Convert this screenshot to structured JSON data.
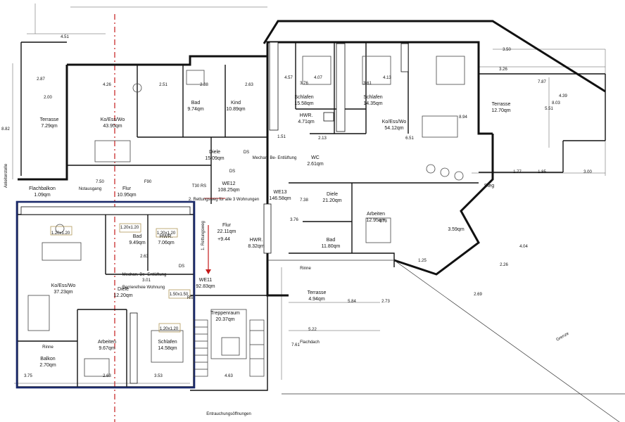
{
  "colors": {
    "wall": "#111111",
    "highlight": "#1b2a6b",
    "escape": "#c41a1a",
    "window_box": "#b39a5a"
  },
  "rooms": [
    {
      "id": "terrasse-left",
      "name": "Terrasse",
      "area": "7.29qm"
    },
    {
      "id": "koesswo-left",
      "name": "Ko/Ess/Wo",
      "area": "43.95qm"
    },
    {
      "id": "bad-top",
      "name": "Bad",
      "area": "9.74qm"
    },
    {
      "id": "kind",
      "name": "Kind",
      "area": "10.89qm"
    },
    {
      "id": "diele-top",
      "name": "Diele",
      "area": "15.09qm"
    },
    {
      "id": "schlafen-1",
      "name": "Schlafen",
      "area": "15.58qm"
    },
    {
      "id": "schlafen-2",
      "name": "Schlafen",
      "area": "14.35qm"
    },
    {
      "id": "hwr-top",
      "name": "HWR.",
      "area": "4.71qm"
    },
    {
      "id": "koesswo-right",
      "name": "Ko/Ess/Wo",
      "area": "54.12qm"
    },
    {
      "id": "terrasse-right",
      "name": "Terrasse",
      "area": "12.70qm"
    },
    {
      "id": "wc",
      "name": "WC",
      "area": "2.61qm"
    },
    {
      "id": "flachbalkon",
      "name": "Flachbalkon",
      "area": "1.09qm"
    },
    {
      "id": "flur-left",
      "name": "Flur",
      "area": "10.95qm"
    },
    {
      "id": "diele-right",
      "name": "Diele",
      "area": "21.20qm"
    },
    {
      "id": "arbeiten-right",
      "name": "Arbeiten",
      "area": "12.95qm"
    },
    {
      "id": "flur-mid",
      "name": "Flur",
      "area": "22.11qm"
    },
    {
      "id": "hwr-mid",
      "name": "HWR.",
      "area": "8.32qm"
    },
    {
      "id": "bad-right",
      "name": "Bad",
      "area": "11.80qm"
    },
    {
      "id": "bad-wohn",
      "name": "Bad",
      "area": "9.49qm"
    },
    {
      "id": "hwr-wohn",
      "name": "HWR.",
      "area": "7.06qm"
    },
    {
      "id": "koesswo-wohn",
      "name": "Ko/Ess/Wo",
      "area": "37.23qm"
    },
    {
      "id": "diele-wohn",
      "name": "Diele",
      "area": "12.20qm"
    },
    {
      "id": "terrasse-bottom",
      "name": "Terrasse",
      "area": "4.94qm"
    },
    {
      "id": "treppenraum",
      "name": "Treppenraum",
      "area": "20.37qm"
    },
    {
      "id": "arbeiten-wohn",
      "name": "Arbeiten",
      "area": "9.67qm"
    },
    {
      "id": "schlafen-wohn",
      "name": "Schlafen",
      "area": "14.58qm"
    },
    {
      "id": "balkon",
      "name": "Balkon",
      "area": "2.70qm"
    }
  ],
  "units": [
    {
      "id": "we12",
      "name": "WE12",
      "area": "108.25qm"
    },
    {
      "id": "we13",
      "name": "WE13",
      "area": "146.58qm"
    },
    {
      "id": "we11",
      "name": "WE11",
      "area": "92.83qm"
    }
  ],
  "labels": {
    "steg": "Steg",
    "flachdach": "Flachdach",
    "grenze": "Grenze",
    "notausgang": "Notausgang",
    "entrauchung": "Entrauchungsöffnungen",
    "barrierefrei": "Barrierefreie Wohnung",
    "rinne": "Rinne",
    "mechan": "Mechan. Be- Entlüftung",
    "anlieferstelle": "Anleiterstelle",
    "rettungsweg2": "2. Rettungsweg für alle 3 Wohnungen",
    "rettungsweg1": "1. Rettungsweg",
    "level": "+9.44",
    "f90": "F90",
    "t30rs": "T30 RS",
    "ds": "DS",
    "rs": "RS",
    "window_small": "1.20x1.20",
    "window_wide": "1.50x1.50",
    "area_359": "3.59qm"
  },
  "dims": [
    "4.51",
    "2.87",
    "2.00",
    "8.82",
    "4.26",
    "2.51",
    "2.38",
    "2.63",
    "4.57",
    "3.76",
    "4.07",
    "3.61",
    "4.13",
    "3.50",
    "3.26",
    "7.87",
    "8.03",
    "4.39",
    "5.51",
    "6.51",
    "8.94",
    "1.77",
    "1.85",
    "3.00",
    "7.50",
    "2.13",
    "1.51",
    "3.01",
    "2.63",
    "4.73",
    "7.38",
    "3.76",
    "2.73",
    "5.84",
    "5.22",
    "7.61",
    "3.53",
    "2.63",
    "4.63",
    "3.75",
    "2.26",
    "4.04",
    "2.69",
    "1.25"
  ]
}
